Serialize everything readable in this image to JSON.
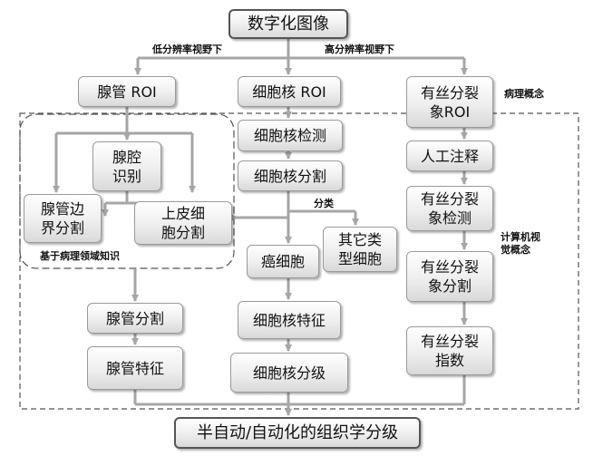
{
  "top": "数字化图像",
  "bottom": "半自动/自动化的组织学分级",
  "branch_labels": {
    "low": "低分辨率视野下",
    "high": "高分辨率视野下"
  },
  "left_column": {
    "roi": "腺管 ROI",
    "lumen": "腺腔\n识别",
    "boundary": "腺管边\n界分割",
    "epithelial": "上皮细\n胞分割",
    "domain_knowledge": "基于病理领域知识",
    "segmentation": "腺管分割",
    "feature": "腺管特征"
  },
  "middle_column": {
    "roi": "细胞核 ROI",
    "detection": "细胞核检测",
    "segmentation": "细胞核分割",
    "classify_label": "分类",
    "cancer": "癌细胞",
    "other": "其它类\n型细胞",
    "feature": "细胞核特征",
    "grading": "细胞核分级"
  },
  "right_column": {
    "roi": "有丝分裂\n象ROI",
    "pathology_concept": "病理概念",
    "annotation": "人工注释",
    "detection": "有丝分裂\n象检测",
    "cv_concept": "计算机视\n觉概念",
    "segmentation": "有丝分裂\n象分割",
    "index": "有丝分裂\n指数"
  },
  "colors": {
    "arrow": "#a6a6a6",
    "box_border": "#9a9a9a",
    "dash": "#555555"
  }
}
